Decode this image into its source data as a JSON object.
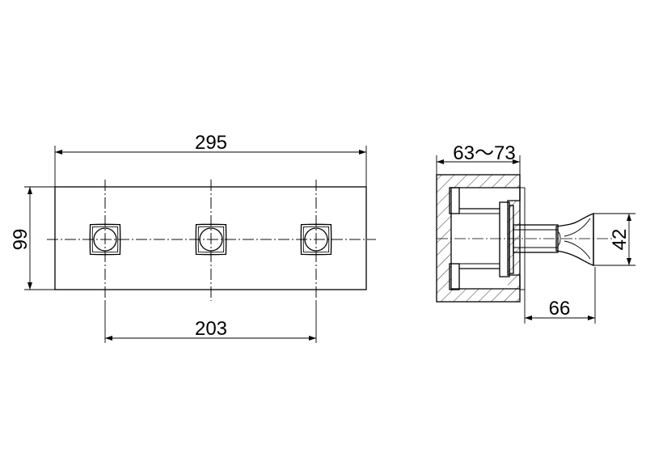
{
  "dimensions": {
    "overall_width": "295",
    "height": "99",
    "handle_spacing": "203",
    "wall_depth": "63～73",
    "handle_projection": "66",
    "handle_diameter": "42"
  }
}
